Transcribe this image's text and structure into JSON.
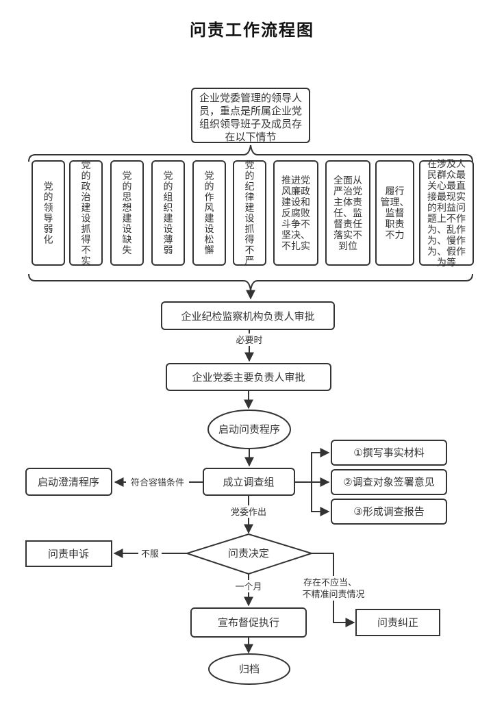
{
  "title": "问责工作流程图",
  "colors": {
    "stroke": "#333333",
    "background": "#ffffff",
    "text": "#333333"
  },
  "nodes": {
    "top": {
      "lines": [
        "企业党委管理的领导人",
        "员，重点是所属企业党",
        "组织领导班子及成员存",
        "在以下情节"
      ]
    },
    "circumstances": [
      {
        "text": "党的领导弱化",
        "layout": "vertical"
      },
      {
        "text": "党的政治建设抓得不实",
        "layout": "vertical"
      },
      {
        "text": "党的思想建设缺失",
        "layout": "vertical"
      },
      {
        "text": "党的组织建设薄弱",
        "layout": "vertical"
      },
      {
        "text": "党的作风建设松懈",
        "layout": "vertical"
      },
      {
        "text": "党的纪律建设抓得不严",
        "layout": "vertical"
      },
      {
        "lines": [
          "推进党",
          "风廉政",
          "建设和",
          "反腐败",
          "斗争不",
          "坚决、",
          "不扎实"
        ],
        "layout": "lines"
      },
      {
        "lines": [
          "全面从",
          "严治党",
          "主体责",
          "任、监",
          "督责任",
          "落实不",
          "到位"
        ],
        "layout": "lines"
      },
      {
        "lines": [
          "履行",
          "管理、",
          "监督",
          "职责",
          "不力"
        ],
        "layout": "lines"
      },
      {
        "lines": [
          "在涉及人",
          "民群众最",
          "关心最直",
          "接最现实",
          "的利益问",
          "题上不作",
          "为、乱作",
          "为、慢作",
          "为、假作",
          "为等"
        ],
        "layout": "lines"
      }
    ],
    "discipline_approval": "企业纪检监察机构负责人审批",
    "party_approval": "企业党委主要负责人审批",
    "start_procedure": "启动问责程序",
    "investigation_group": "成立调查组",
    "clarify_procedure": "启动澄清程序",
    "steps": [
      "①撰写事实材料",
      "②调查对象签署意见",
      "③形成调查报告"
    ],
    "decision": "问责决定",
    "appeal": "问责申诉",
    "correction": "问责纠正",
    "execution": "宣布督促执行",
    "archive": "归档"
  },
  "edge_labels": {
    "when_necessary": "必要时",
    "fault_tolerance": "符合容错条件",
    "party_committee_decides": "党委作出",
    "disagree": "不服",
    "one_month": "一个月",
    "improper": [
      "存在不应当、",
      "不精准问责情况"
    ]
  }
}
